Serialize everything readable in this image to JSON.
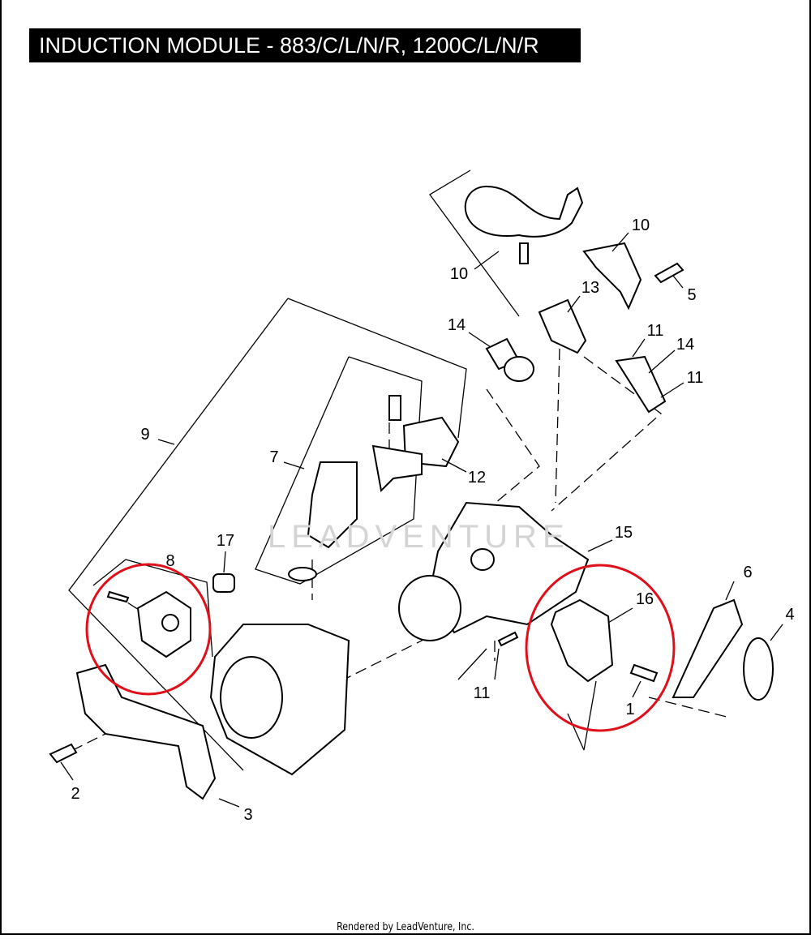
{
  "title": "INDUCTION MODULE - 883/C/L/N/R, 1200C/L/N/R",
  "footer": "Rendered by LeadVenture, Inc.",
  "watermark": "LEADVENTURE",
  "callouts": [
    "10",
    "10",
    "5",
    "13",
    "14",
    "11",
    "14",
    "11",
    "9",
    "7",
    "12",
    "15",
    "17",
    "8",
    "6",
    "4",
    "16",
    "11",
    "1",
    "2",
    "3"
  ],
  "highlight_color": "#e0101a"
}
